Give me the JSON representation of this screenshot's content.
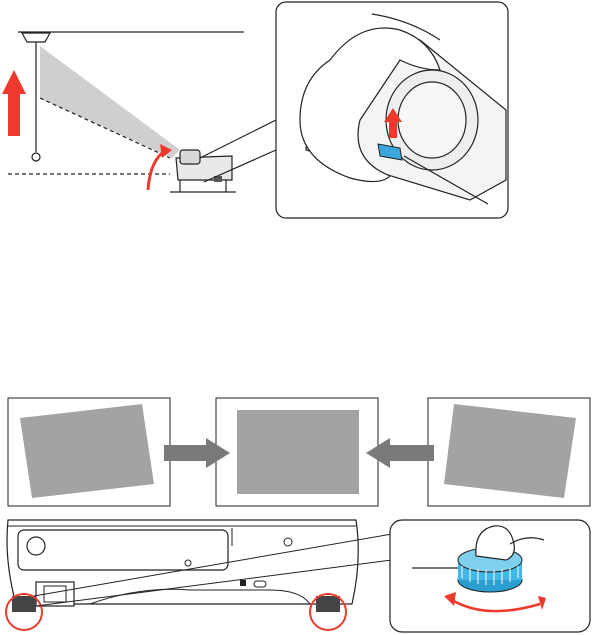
{
  "figure_top": {
    "arrow_color": "#ee3a2c",
    "projection_color": "#cfcfcf",
    "callout": {
      "lever_color": "#3aa6dc"
    }
  },
  "figure_bottom": {
    "screens": [
      {
        "position": "left",
        "tilt": "counter-clockwise"
      },
      {
        "position": "center",
        "tilt": "level"
      },
      {
        "position": "right",
        "tilt": "clockwise"
      }
    ],
    "arrow_color": "#7a7a7a",
    "screen_fill": "#a3a3a3",
    "foot_highlight_color": "#ee3a2c",
    "foot_knob_color": "#42b8e6"
  }
}
